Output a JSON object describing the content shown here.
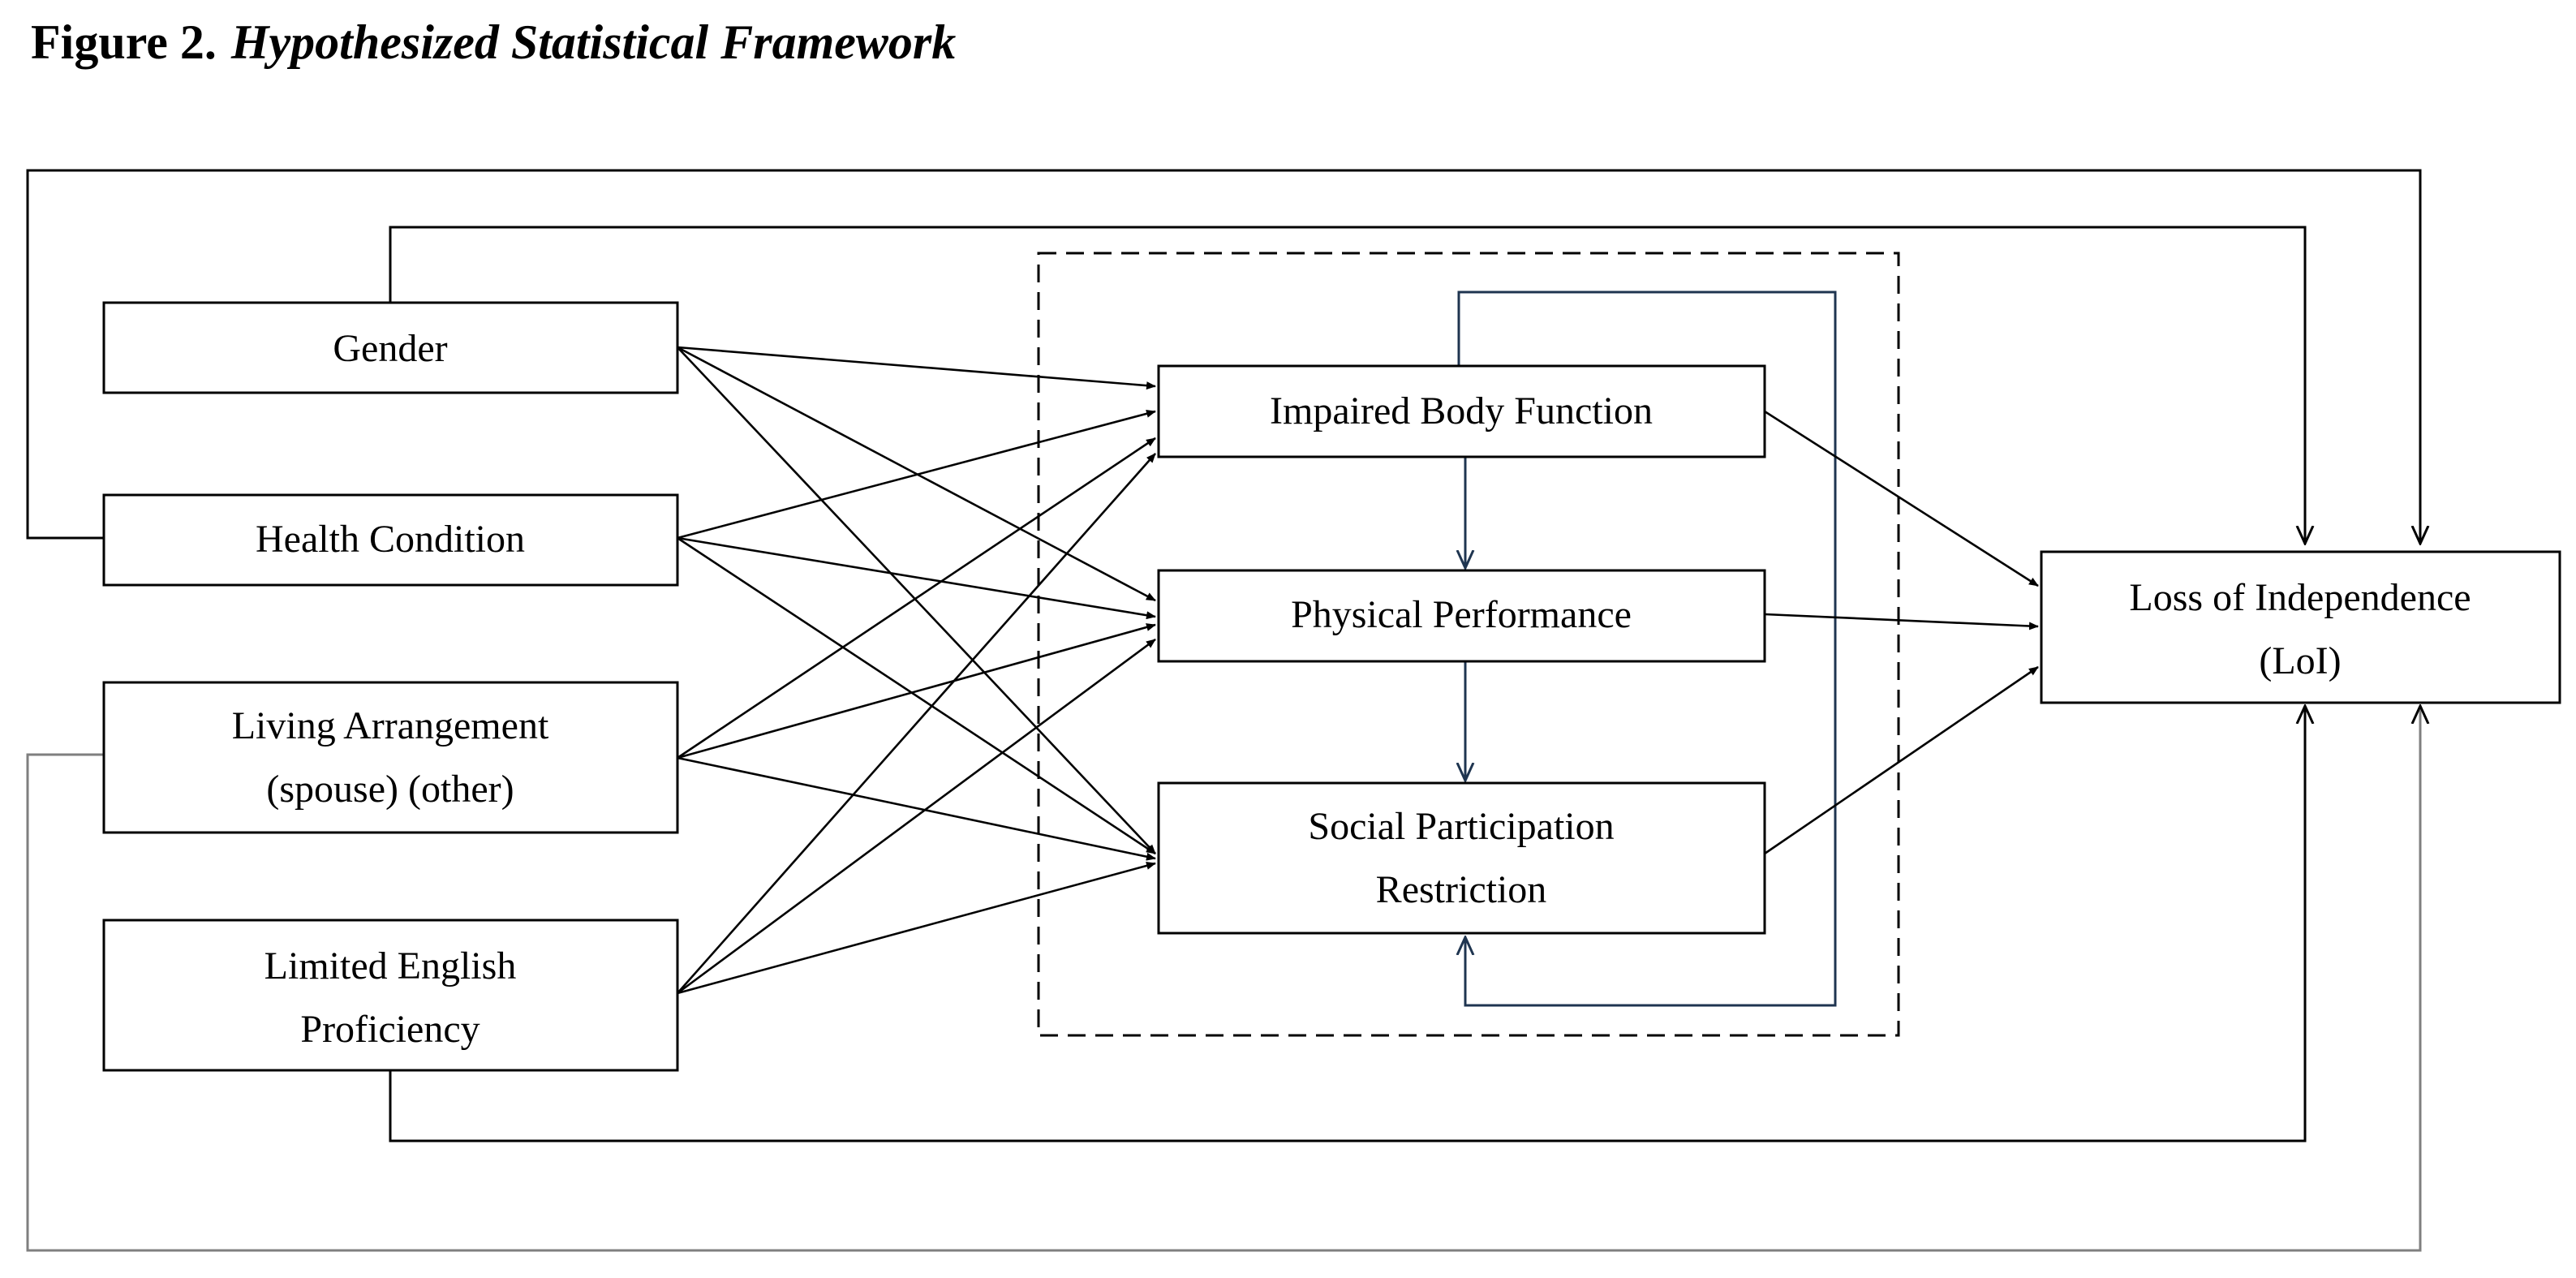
{
  "figure": {
    "number": "Figure 2.",
    "title": "Hypothesized Statistical Framework"
  },
  "predictors": [
    {
      "id": "gender",
      "lines": [
        "Gender"
      ]
    },
    {
      "id": "health",
      "lines": [
        "Health Condition"
      ]
    },
    {
      "id": "living",
      "lines": [
        "Living Arrangement",
        "(spouse) (other)"
      ]
    },
    {
      "id": "lep",
      "lines": [
        "Limited English",
        "Proficiency"
      ]
    }
  ],
  "mediators": [
    {
      "id": "ibf",
      "lines": [
        "Impaired Body Function"
      ]
    },
    {
      "id": "pp",
      "lines": [
        "Physical Performance"
      ]
    },
    {
      "id": "spr",
      "lines": [
        "Social Participation",
        "Restriction"
      ]
    }
  ],
  "outcome": {
    "id": "loi",
    "lines": [
      "Loss of Independence",
      "(LoI)"
    ]
  },
  "paths": [
    [
      "gender",
      "ibf"
    ],
    [
      "gender",
      "pp"
    ],
    [
      "gender",
      "spr"
    ],
    [
      "health",
      "ibf"
    ],
    [
      "health",
      "pp"
    ],
    [
      "health",
      "spr"
    ],
    [
      "living",
      "ibf"
    ],
    [
      "living",
      "pp"
    ],
    [
      "living",
      "spr"
    ],
    [
      "lep",
      "ibf"
    ],
    [
      "lep",
      "pp"
    ],
    [
      "lep",
      "spr"
    ],
    [
      "ibf",
      "pp"
    ],
    [
      "pp",
      "spr"
    ],
    [
      "ibf",
      "spr"
    ],
    [
      "ibf",
      "loi"
    ],
    [
      "pp",
      "loi"
    ],
    [
      "spr",
      "loi"
    ],
    [
      "gender",
      "loi"
    ],
    [
      "health",
      "loi"
    ],
    [
      "living",
      "loi"
    ],
    [
      "lep",
      "loi"
    ]
  ]
}
